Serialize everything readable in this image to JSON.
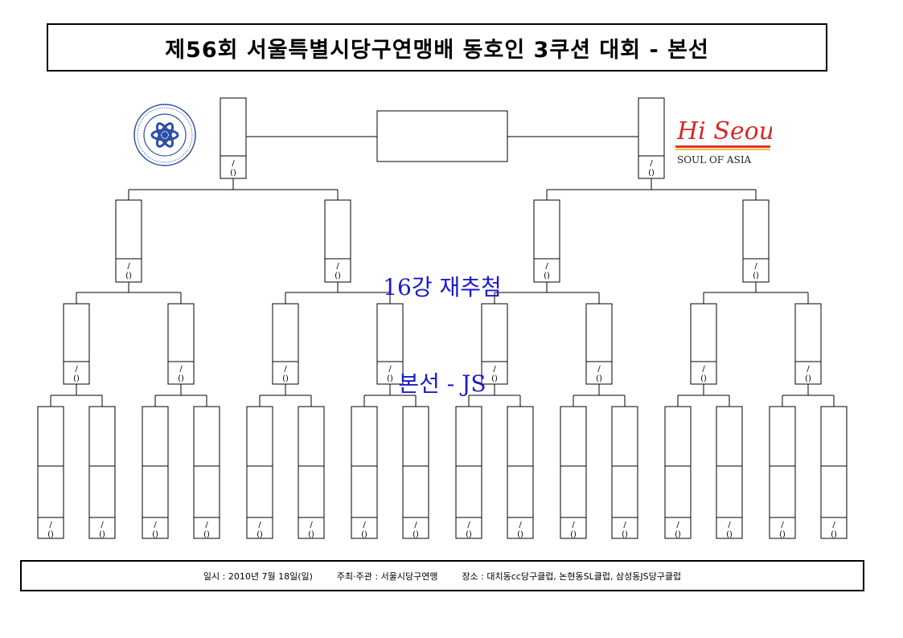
{
  "title": "제56회 서울특별시당구연맹배 동호인 3쿠션 대회 - 본선",
  "notice": {
    "line1": "16강 재추첨",
    "line2": "본선 - JS"
  },
  "slot_marker": {
    "slash": "/",
    "paren": "()"
  },
  "bracket": {
    "round_of_16_slots": 16,
    "quarterfinal_slots": 8,
    "semifinal_slots": 4,
    "final_slots": 2,
    "champion_slots": 1
  },
  "logos": {
    "right_main": "Hi Seoul",
    "right_sub": "SOUL OF ASIA",
    "left_emblem_icon": "seoul-billiards-federation-emblem-icon"
  },
  "colors": {
    "notice_text": "#1a1acc",
    "hi_red": "#d42a2a",
    "seoul_purple": "#5b2c8f",
    "bar_red": "#e2342b",
    "bar_yellow": "#f2c12e",
    "emblem_blue": "#2b4ea8"
  },
  "footer": {
    "date": "일시 : 2010년 7월 18일(일)",
    "host": "주최·주관 : 서울시당구연맹",
    "venue": "장소 : 대치동cc당구클럽, 논현동SL클럽, 삼성동JS당구클럽"
  }
}
